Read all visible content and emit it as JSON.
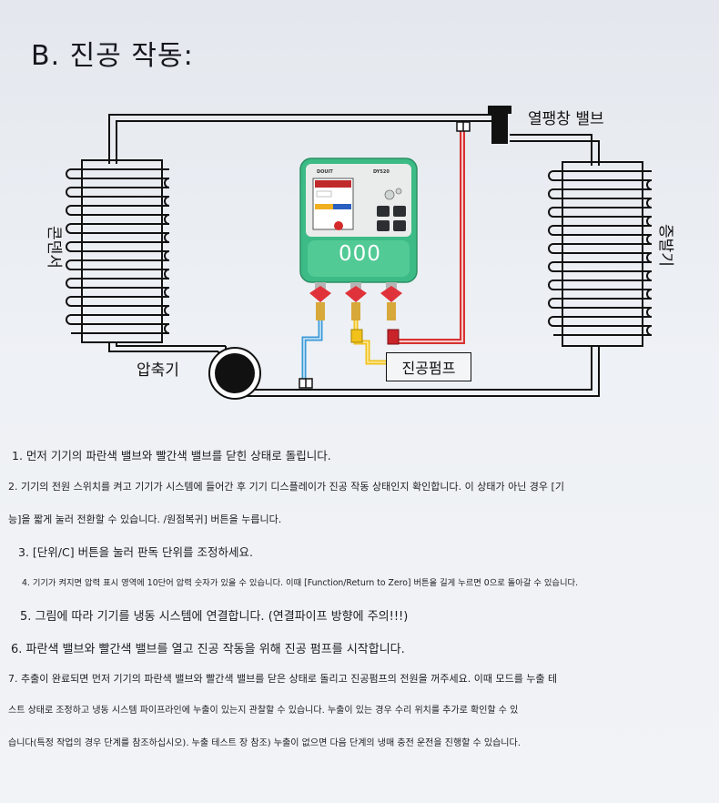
{
  "title": "B. 진공 작동:",
  "labels": {
    "expansion_valve": "열팽창 밸브",
    "condenser": "콘덴서",
    "evaporator": "증발기",
    "compressor": "압축기",
    "vacuum_pump": "진공펌프"
  },
  "device": {
    "brand": "DOUIT",
    "model": "DY520",
    "display_value": "000"
  },
  "colors": {
    "pipe": "#111111",
    "device_body": "#3dbb86",
    "red_hose": "#e03030",
    "yellow_hose": "#f2c21a",
    "blue_hose": "#3a9ad9"
  },
  "steps": [
    "1. 먼저 기기의 파란색 밸브와 빨간색 밸브를 닫힌 상태로 돌립니다.",
    "2. 기기의 전원 스위치를 켜고 기기가 시스템에 들어간 후 기기 디스플레이가 진공 작동 상태인지 확인합니다. 이 상태가 아닌 경우 [기",
    "능]을 짧게 눌러 전환할 수 있습니다. /원점복귀] 버튼을 누릅니다.",
    "3. [단위/C] 버튼을 눌러 판독 단위를 조정하세요.",
    "4. 기기가 켜지면 압력 표시 영역에 10단어 압력 숫자가 있을 수 있습니다. 이때 [Function/Return to Zero] 버튼을 길게 누르면 0으로 돌아갈 수 있습니다.",
    "5. 그림에 따라 기기를 냉동 시스템에 연결합니다. (연결파이프 방향에 주의!!!)",
    "6. 파란색 밸브와 빨간색 밸브를 열고 진공 작동을 위해 진공 펌프를 시작합니다.",
    "7. 추출이 완료되면 먼저 기기의 파란색 밸브와 빨간색 밸브를 닫은 상태로 돌리고 진공펌프의 전원을 꺼주세요. 이때 모드를 누출 테",
    "스트 상태로 조정하고 냉동 시스템 파이프라인에 누출이 있는지 관찰할 수 있습니다. 누출이 있는 경우 수리 위치를 추가로 확인할 수 있",
    "습니다(특정 작업의 경우 단계를 참조하십시오). 누출 테스트 장 참조) 누출이 없으면 다음 단계의 냉매 충전 운전을 진행할 수 있습니다."
  ]
}
